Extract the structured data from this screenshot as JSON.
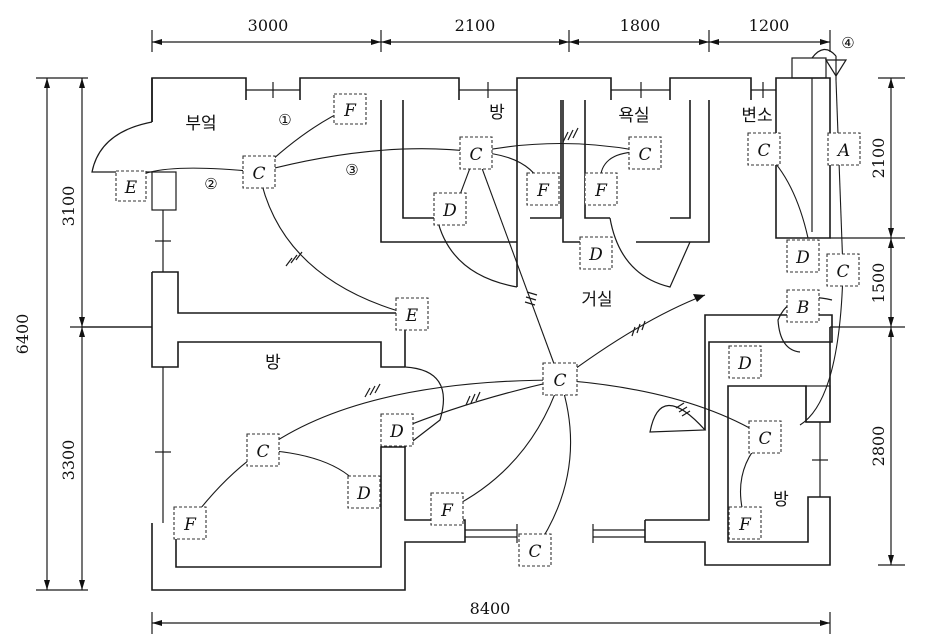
{
  "dimensions": {
    "top": [
      "3000",
      "2100",
      "1800",
      "1200"
    ],
    "bottom": "8400",
    "left_total": "6400",
    "left_parts": [
      "3100",
      "3300"
    ],
    "right": [
      "2100",
      "1500",
      "2800"
    ]
  },
  "rooms": {
    "kitchen": "부엌",
    "room_top": "방",
    "bath": "욕실",
    "toilet": "변소",
    "living": "거실",
    "room_left": "방",
    "room_right": "방"
  },
  "circuit_marks": [
    "①",
    "②",
    "③",
    "④"
  ],
  "symbols": {
    "A": "A",
    "B": "B",
    "C": "C",
    "D": "D",
    "E": "E",
    "F": "F"
  }
}
